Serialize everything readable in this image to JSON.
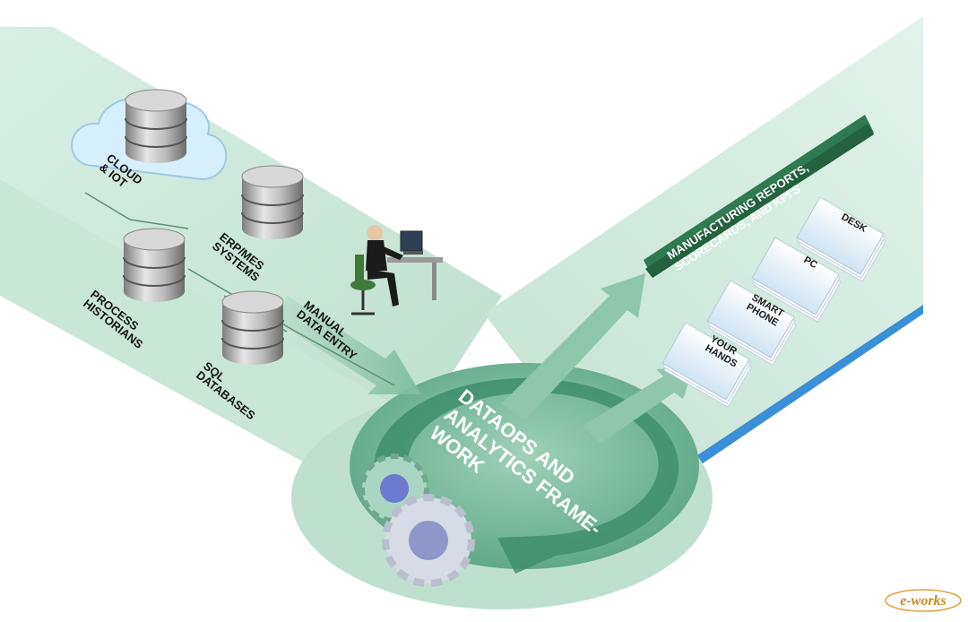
{
  "sources": {
    "cloud_iot": "CLOUD\n& IOT",
    "erp_mes": "ERP/MES\nSYSTEMS",
    "process_historians": "PROCESS\nHISTORIANS",
    "sql_databases": "SQL\nDATABASES",
    "manual_entry": "MANUAL\nDATA ENTRY"
  },
  "hub": {
    "title": "DATAOPS AND\nANALYTICS FRAME-\nWORK"
  },
  "outputs": {
    "banner": "MANUFACTURING REPORTS,\nSCORECARDS, AND KPI'S",
    "devices": [
      {
        "label": "YOUR\nHANDS"
      },
      {
        "label": "SMART\nPHONE"
      },
      {
        "label": "PC"
      },
      {
        "label": "DESK"
      }
    ]
  },
  "watermark": {
    "text": "e-works"
  },
  "colors": {
    "surface": "#cfe8dc",
    "hub": "#4f9e7c",
    "banner": "#2f7a52",
    "edge_blue": "#3a8fd6",
    "arrow": "#9fcfb6"
  }
}
